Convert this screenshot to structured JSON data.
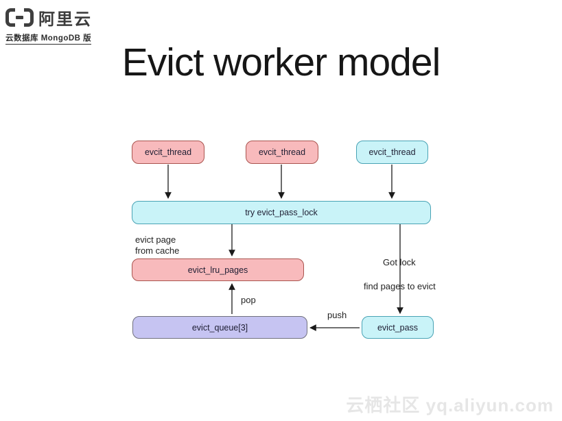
{
  "header": {
    "logo": {
      "brand": "阿里云",
      "product": "云数据库 MongoDB 版"
    },
    "title": "Evict worker model"
  },
  "diagram": {
    "nodes": [
      {
        "id": "evcit-thread-1",
        "label": "evcit_thread",
        "variant": "pink"
      },
      {
        "id": "evcit-thread-2",
        "label": "evcit_thread",
        "variant": "pink"
      },
      {
        "id": "evcit-thread-3",
        "label": "evcit_thread",
        "variant": "cyan"
      },
      {
        "id": "try-evict-pass-lock",
        "label": "try evict_pass_lock",
        "variant": "cyan"
      },
      {
        "id": "evict-lru-pages",
        "label": "evict_lru_pages",
        "variant": "pink"
      },
      {
        "id": "evict-queue-3",
        "label": "evict_queue[3]",
        "variant": "purple"
      },
      {
        "id": "evict-pass",
        "label": "evict_pass",
        "variant": "cyan"
      }
    ],
    "edge_labels": {
      "evict_page_from_cache": "evict page\nfrom cache",
      "got_lock": "Got lock",
      "find_pages_to_evict": "find pages to evict",
      "pop": "pop",
      "push": "push"
    },
    "colors": {
      "pink_fill": "#f8babc",
      "pink_border": "#a9534d",
      "cyan_fill": "#c9f3f8",
      "cyan_border": "#48a2b4",
      "purple_fill": "#c6c4f2",
      "purple_border": "#70707e",
      "arrow": "#1a1a1a",
      "node_text": "#1d1d32"
    }
  },
  "watermark": "云栖社区 yq.aliyun.com"
}
